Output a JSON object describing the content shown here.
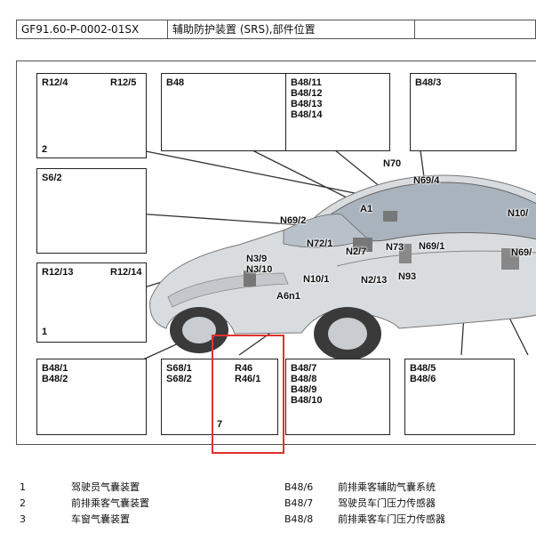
{
  "header": {
    "doc_code": "GF91.60-P-0002-01SX",
    "doc_title": "辅助防护装置 (SRS),部件位置",
    "extra": ""
  },
  "diagram": {
    "boxes": [
      {
        "id": "box-r12-4-5",
        "labels": [
          "R12/4",
          "R12/5"
        ],
        "number": "2"
      },
      {
        "id": "box-b48",
        "labels": [
          "B48"
        ]
      },
      {
        "id": "box-b48-11-14",
        "labels": [
          "B48/11",
          "B48/12",
          "B48/13",
          "B48/14"
        ]
      },
      {
        "id": "box-b48-3",
        "labels": [
          "B48/3"
        ]
      },
      {
        "id": "box-s6-2",
        "labels": [
          "S6/2"
        ]
      },
      {
        "id": "box-r12-13-14",
        "labels": [
          "R12/13",
          "R12/14"
        ],
        "number": "1"
      },
      {
        "id": "box-b48-1-2",
        "labels": [
          "B48/1",
          "B48/2"
        ]
      },
      {
        "id": "box-s68-r46",
        "labels": [
          "S68/1",
          "S68/2",
          "R46",
          "R46/1"
        ],
        "number": "7"
      },
      {
        "id": "box-b48-7-10",
        "labels": [
          "B48/7",
          "B48/8",
          "B48/9",
          "B48/10"
        ]
      },
      {
        "id": "box-b48-5-6",
        "labels": [
          "B48/5",
          "B48/6"
        ]
      }
    ],
    "part_labels": [
      "N70",
      "N69/4",
      "N10/",
      "A1",
      "N69/2",
      "N72/1",
      "N73",
      "N69/1",
      "N69/",
      "N3/9",
      "N3/10",
      "N2/7",
      "N10/1",
      "N2/13",
      "N93",
      "A6n1"
    ]
  },
  "legend": [
    {
      "code": "1",
      "desc": "驾驶员气囊装置",
      "code2": "B48/6",
      "desc2": "前排乘客辅助气囊系统"
    },
    {
      "code": "2",
      "desc": "前排乘客气囊装置",
      "code2": "B48/7",
      "desc2": "驾驶员车门压力传感器"
    },
    {
      "code": "3",
      "desc": "车窗气囊装置",
      "code2": "B48/8",
      "desc2": "前排乘客车门压力传感器"
    }
  ]
}
